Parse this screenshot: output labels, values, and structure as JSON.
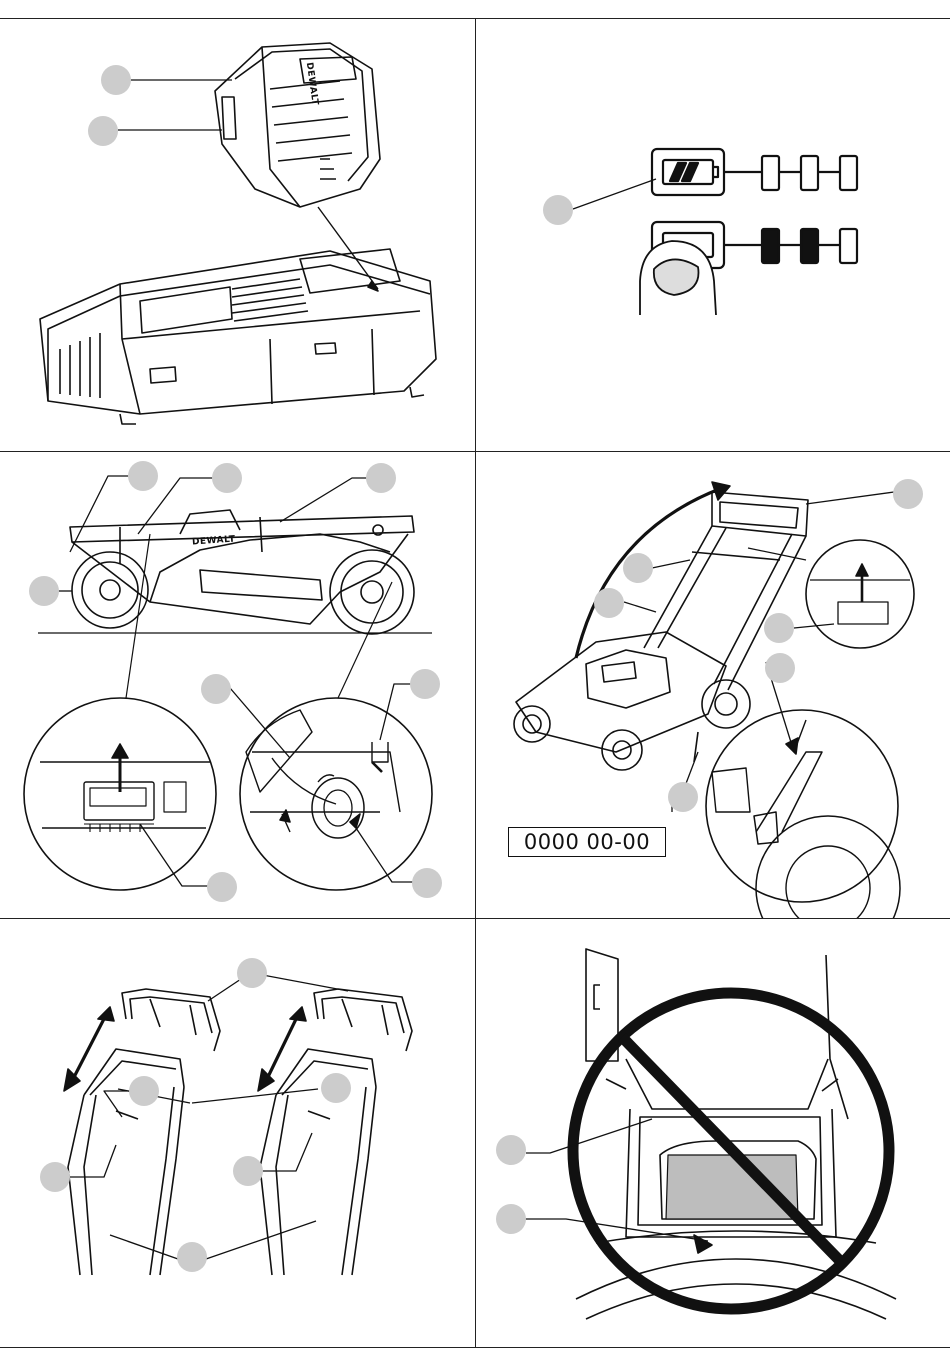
{
  "serial_label": "0000  00-00",
  "brand_marks": [
    "DEWALT",
    "DEWALT"
  ],
  "colors": {
    "callout": "#cccccc",
    "line": "#111111",
    "fuel_fill": "#bdbdbd"
  },
  "icons": [
    "battery-gauge-icon",
    "finger-press-icon",
    "no-entry-icon",
    "arrow-icon"
  ]
}
